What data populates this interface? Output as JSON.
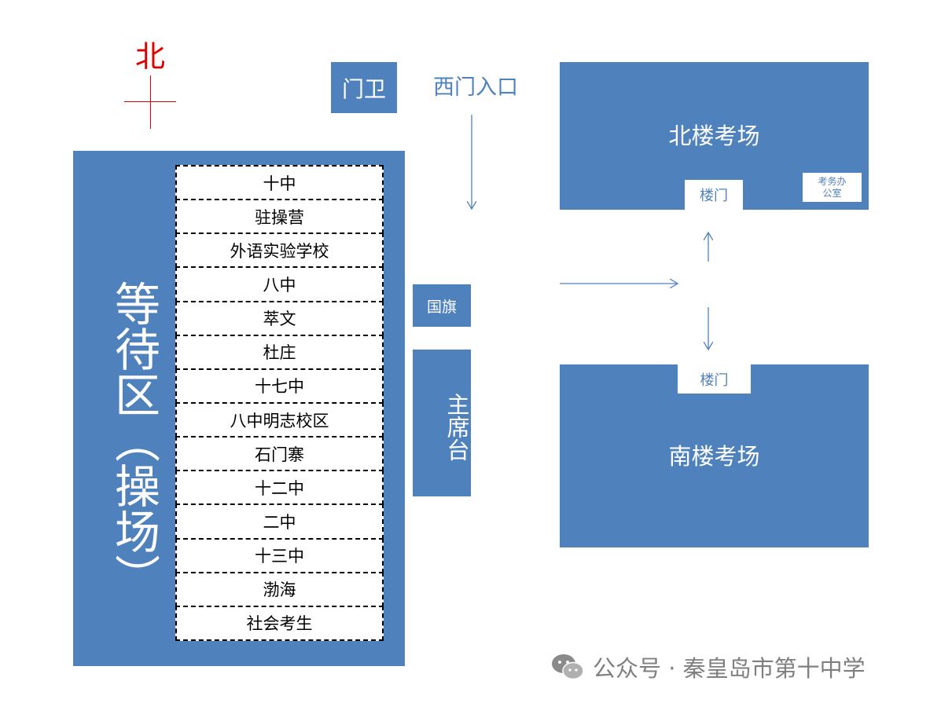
{
  "compass": {
    "north": "北"
  },
  "guard": "门卫",
  "west_gate": "西门入口",
  "waiting_area": {
    "title": "等待区（操场）",
    "schools": [
      "十中",
      "驻操营",
      "外语实验学校",
      "八中",
      "萃文",
      "杜庄",
      "十七中",
      "八中明志校区",
      "石门寨",
      "十二中",
      "二中",
      "十三中",
      "渤海",
      "社会考生"
    ]
  },
  "flag": "国旗",
  "podium": "主席台",
  "north_building": {
    "title": "北楼考场",
    "door": "楼门",
    "office_line1": "考务办",
    "office_line2": "公室"
  },
  "south_building": {
    "title": "南楼考场",
    "door": "楼门"
  },
  "watermark": "公众号 · 秦皇岛市第十中学",
  "colors": {
    "block": "#4f81bd",
    "north": "#e00000",
    "arrow": "#4f81bd"
  }
}
